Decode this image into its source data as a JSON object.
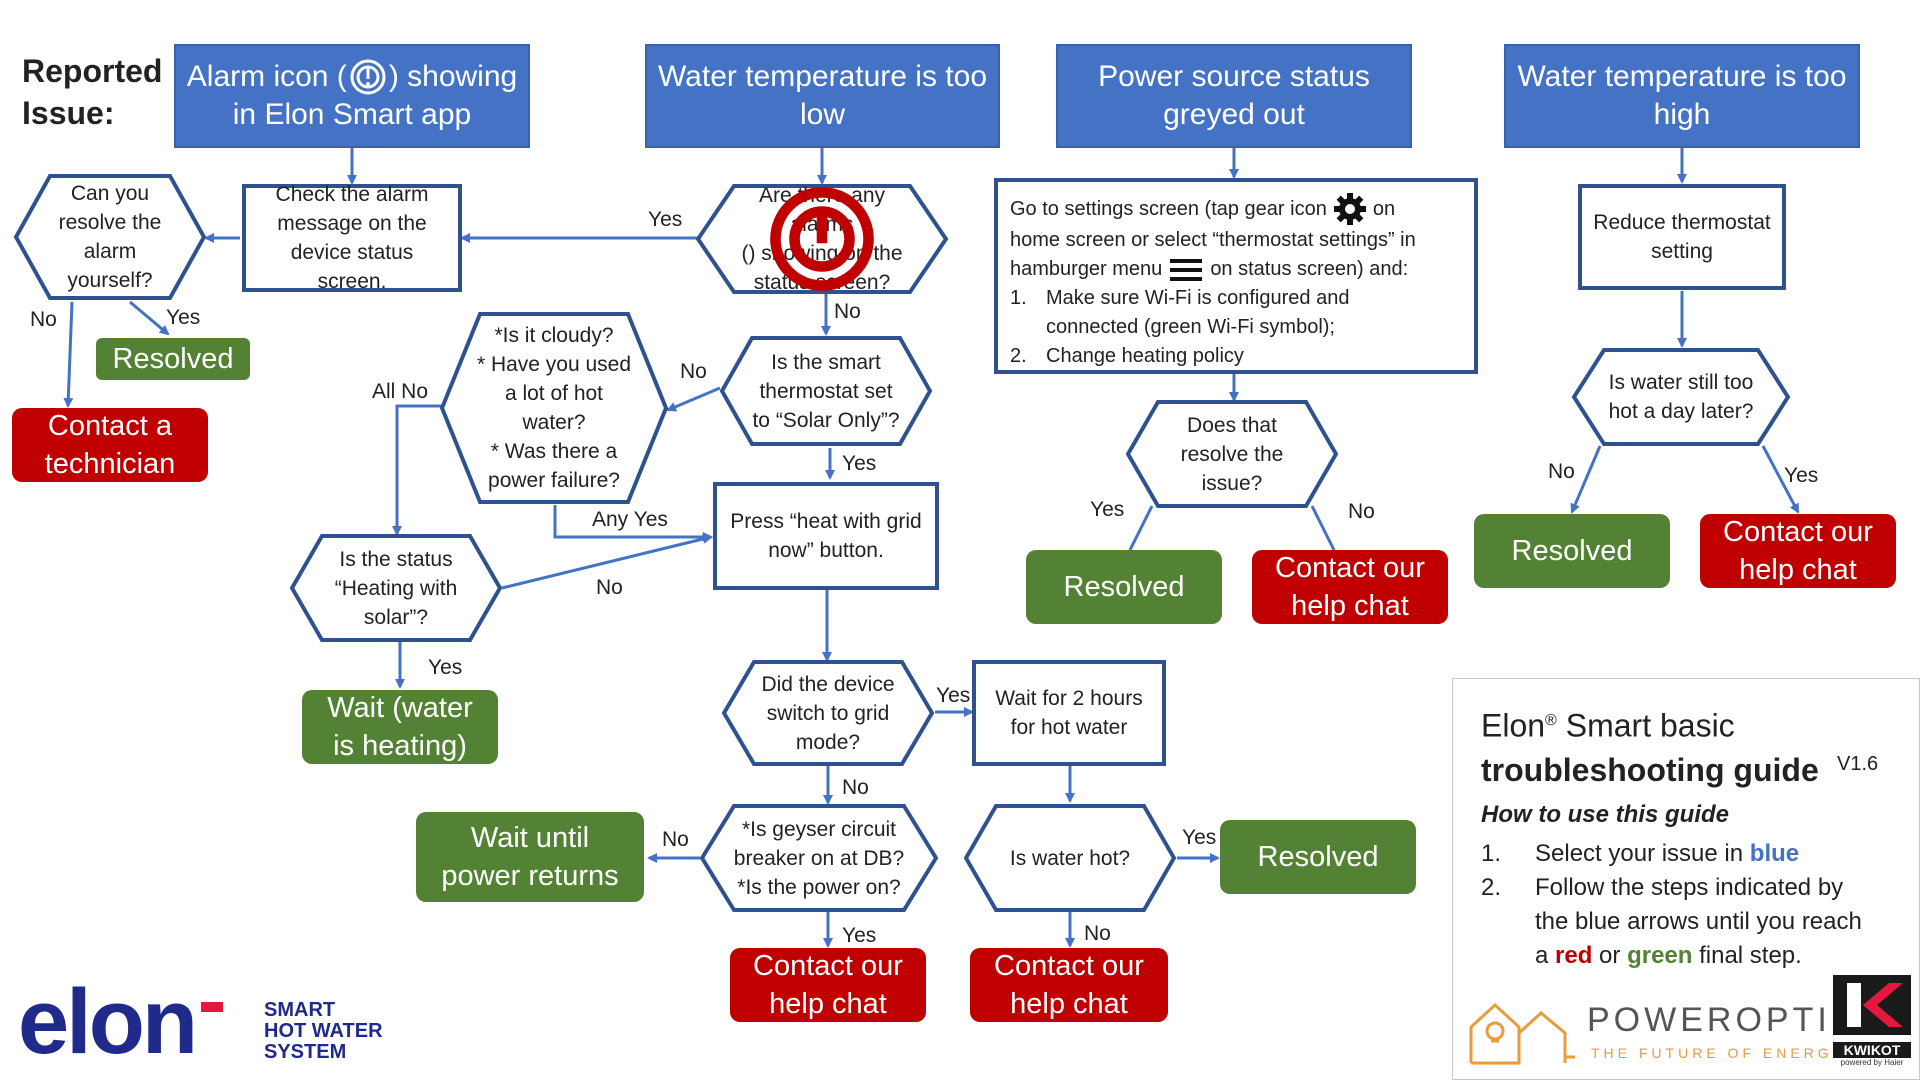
{
  "reported_issue_label": "Reported\nIssue:",
  "issues": {
    "alarm": "Alarm icon (⦿) showing\nin Elon Smart app",
    "alarm_pre": "Alarm icon (",
    "alarm_post": ") showing",
    "alarm_line2": "in Elon Smart app",
    "low": "Water temperature is too\nlow",
    "power": "Power source status\ngreyed out",
    "high": "Water temperature is too\nhigh"
  },
  "nodes": {
    "can_resolve": "Can you\nresolve the\nalarm\nyourself?",
    "check_alarm": "Check the alarm\nmessage on the\ndevice status screen.",
    "any_alarms_pre": "Are there any alarms",
    "any_alarms_mid": ") showing on the",
    "any_alarms_post": "status screen?",
    "smart_thermostat": "Is the smart\nthermostat set\nto “Solar Only”?",
    "cloudy": "*Is it cloudy?\n* Have you used\na lot of hot\nwater?\n* Was there a\npower failure?",
    "heating_solar": "Is the status\n“Heating with\nsolar”?",
    "press_heat": "Press “heat with grid\nnow” button.",
    "switch_grid": "Did the device\nswitch to grid\nmode?",
    "wait_2h": "Wait for 2 hours\nfor hot water",
    "breaker": "*Is geyser circuit\nbreaker on at DB?\n*Is the power on?",
    "water_hot": "Is water hot?",
    "settings_l1a": "Go to settings screen (tap gear icon",
    "settings_l1b": "on",
    "settings_l2": "home screen or select “thermostat settings” in",
    "settings_l3a": "hamburger menu",
    "settings_l3b": "on status screen) and:",
    "settings_i1n": "1.",
    "settings_i1": "Make sure Wi-Fi is configured and\nconnected (green Wi-Fi symbol);",
    "settings_i2n": "2.",
    "settings_i2": "Change heating policy",
    "resolve_issue": "Does that\nresolve the\nissue?",
    "reduce_thermostat": "Reduce thermostat\nsetting",
    "still_hot": "Is water still too\nhot a day later?"
  },
  "outcomes": {
    "resolved_1": "Resolved",
    "technician": "Contact a\ntechnician",
    "wait_heating": "Wait (water\nis heating)",
    "wait_power": "Wait until\npower returns",
    "help_chat_1": "Contact our\nhelp chat",
    "help_chat_2": "Contact our\nhelp chat",
    "resolved_2": "Resolved",
    "resolved_3": "Resolved",
    "help_chat_3": "Contact our\nhelp chat",
    "resolved_4": "Resolved",
    "help_chat_4": "Contact our\nhelp chat"
  },
  "labels": {
    "yes": "Yes",
    "no": "No",
    "all_no": "All No",
    "any_yes": "Any Yes"
  },
  "guide": {
    "title_a": "Elon",
    "reg": "®",
    "title_b": " Smart basic",
    "title_c": "troubleshooting guide",
    "version": "V1.6",
    "howto": "How to use this guide",
    "step1_num": "1.",
    "step1_text": "Select your issue in ",
    "step1_blue": "blue",
    "step2_num": "2.",
    "step2_text": "Follow the steps indicated by\nthe blue arrows until you reach\na ",
    "step2_red": "red",
    "step2_or": " or ",
    "step2_green": "green",
    "step2_end": " final step."
  },
  "brand": {
    "elon": "elon",
    "tagline": "SMART\nHOT WATER\nSYSTEM",
    "poweroptimal": "POWEROPTIMAL",
    "poweroptimal_sub": "THE FUTURE OF ENERGY",
    "kwikot": "KWIKOT",
    "kwikot_sub": "powered by Haier"
  },
  "colors": {
    "issue_blue": "#4472c4",
    "node_border": "#2f528f",
    "arrow": "#4472c4",
    "green": "#548235",
    "red": "#c00000",
    "brand_navy": "#1f2a8a",
    "brand_red": "#e4173e"
  }
}
